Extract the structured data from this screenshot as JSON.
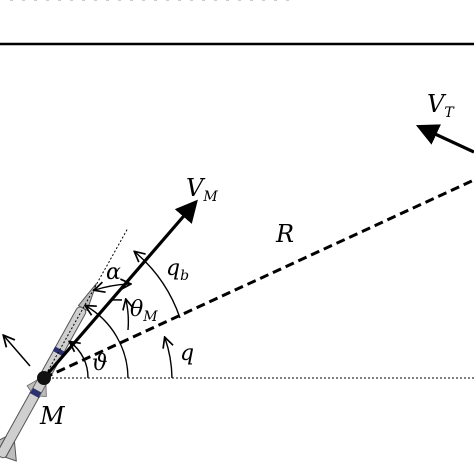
{
  "diagram": {
    "labels": {
      "VM_main": "V",
      "VM_sub": "M",
      "VT_main": "V",
      "VT_sub": "T",
      "R": "R",
      "alpha": "α",
      "qb_main": "q",
      "qb_sub": "b",
      "thetaM_main": "θ",
      "thetaM_sub": "M",
      "theta": "ϑ",
      "q": "q",
      "M": "M"
    },
    "colors": {
      "ink": "#000000",
      "missile_body": "#c9c9c9",
      "missile_band": "#2a2f6e"
    }
  }
}
